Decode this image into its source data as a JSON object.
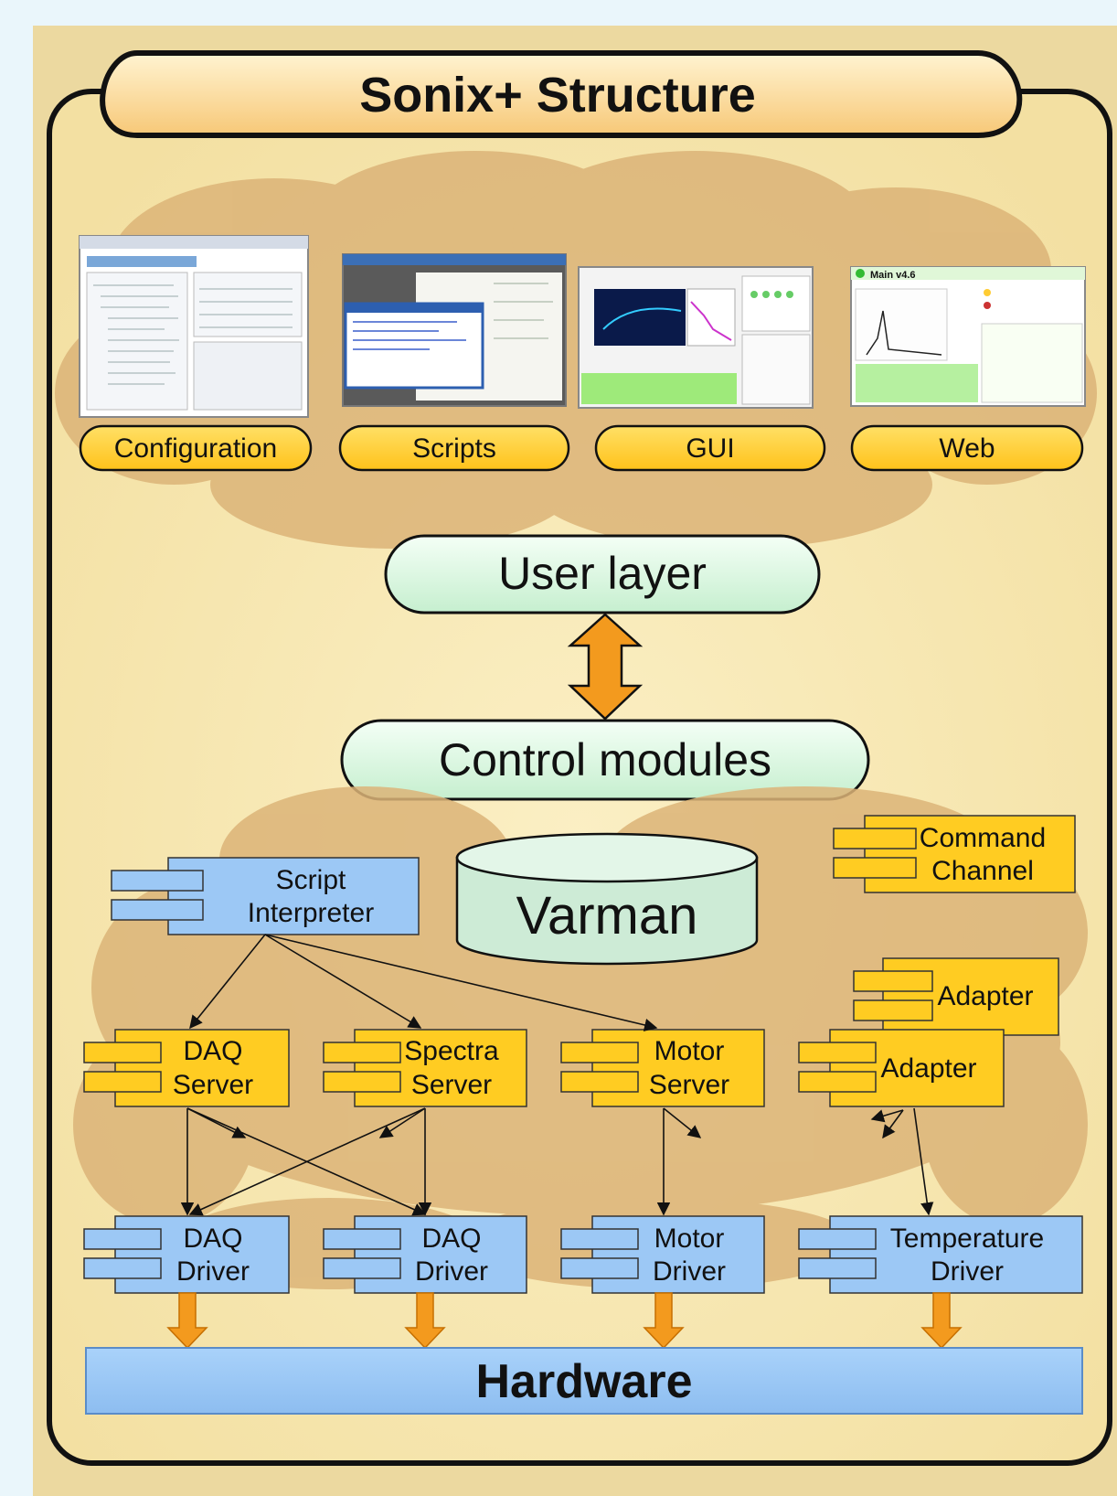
{
  "title": "Sonix+ Structure",
  "user_apps": [
    {
      "label": "Configuration"
    },
    {
      "label": "Scripts"
    },
    {
      "label": "GUI"
    },
    {
      "label": "Web"
    }
  ],
  "web_thumb_title": "Main v4.6",
  "user_layer": "User layer",
  "control_modules": "Control modules",
  "varman": "Varman",
  "script_interpreter": [
    "Script",
    "Interpreter"
  ],
  "command_channel": [
    "Command",
    "Channel"
  ],
  "servers": [
    {
      "lines": [
        "DAQ",
        "Server"
      ]
    },
    {
      "lines": [
        "Spectra",
        "Server"
      ]
    },
    {
      "lines": [
        "Motor",
        "Server"
      ]
    }
  ],
  "adapter_back": "Adapter",
  "adapter_front": "Adapter",
  "drivers": [
    {
      "lines": [
        "DAQ",
        "Driver"
      ]
    },
    {
      "lines": [
        "DAQ",
        "Driver"
      ]
    },
    {
      "lines": [
        "Motor",
        "Driver"
      ]
    },
    {
      "lines": [
        "Temperature",
        "Driver"
      ]
    }
  ],
  "hardware": "Hardware",
  "colors": {
    "background": "#eaf6fb",
    "panel": "#f8e8b0",
    "title_fill": "#fbd98a",
    "cloud": "#dcb478",
    "server_fill": "#ffcc22",
    "driver_fill": "#9cc8f5",
    "layer_pill": "#d8f7df",
    "varman_fill": "#cdebd6",
    "arrow_orange": "#f39a1e"
  }
}
